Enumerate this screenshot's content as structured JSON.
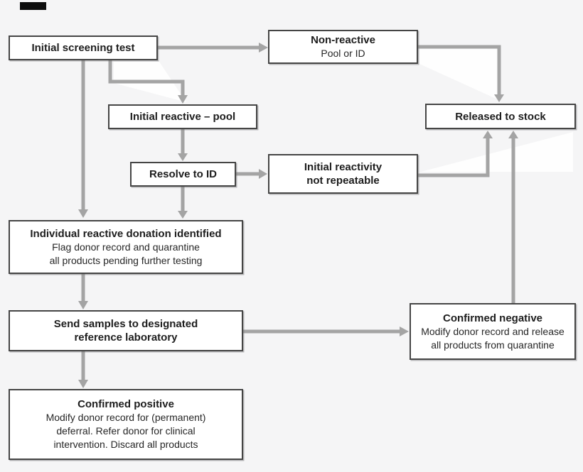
{
  "theme": {
    "bg": "#f5f5f6",
    "boxbg": "#ffffff",
    "boxborder": "#454545",
    "arrow": "#a4a4a4",
    "text": "#1d1d1d"
  },
  "nodes": {
    "initial_screening": {
      "title": "Initial screening test"
    },
    "non_reactive": {
      "title": "Non-reactive",
      "lines": [
        "Pool or ID"
      ]
    },
    "initial_reactive_pool": {
      "title": "Initial reactive – pool"
    },
    "released_to_stock": {
      "title": "Released to stock"
    },
    "resolve_to_id": {
      "title": "Resolve to ID"
    },
    "initial_reactivity": {
      "title": "Initial reactivity",
      "title2": "not repeatable"
    },
    "individual_reactive": {
      "title": "Individual reactive donation identified",
      "lines": [
        "Flag donor record and quarantine",
        "all products pending further testing"
      ]
    },
    "send_samples": {
      "title": "Send samples to designated",
      "title2": "reference laboratory"
    },
    "confirmed_negative": {
      "title": "Confirmed negative",
      "lines": [
        "Modify donor record and release",
        "all products from quarantine"
      ]
    },
    "confirmed_positive": {
      "title": "Confirmed positive",
      "lines": [
        "Modify donor record for (permanent)",
        "deferral. Refer donor for clinical",
        "intervention. Discard all products"
      ]
    }
  }
}
